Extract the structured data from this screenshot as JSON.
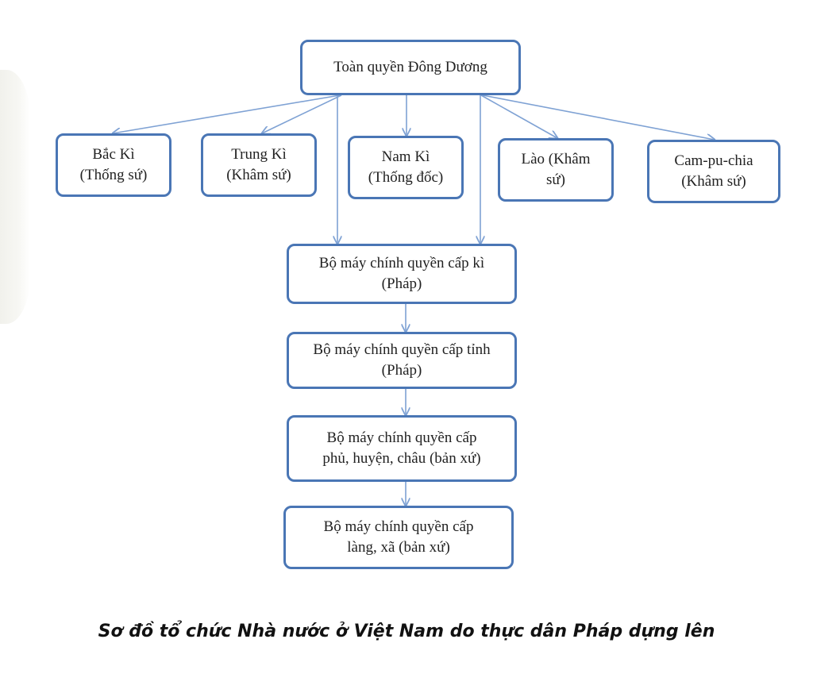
{
  "diagram": {
    "root": "Toàn quyền Đông Dương",
    "regions": [
      "Bắc Kì\n(Thống sứ)",
      "Trung Kì\n(Khâm sứ)",
      "Nam Kì\n(Thống đốc)",
      "Lào (Khâm\nsứ)",
      "Cam-pu-chia\n(Khâm sứ)"
    ],
    "levels": [
      "Bộ máy chính quyền cấp kì\n(Pháp)",
      "Bộ máy chính quyền cấp tỉnh\n(Pháp)",
      "Bộ máy chính quyền cấp\nphủ, huyện, châu (bản xứ)",
      "Bộ máy chính quyền cấp\nlàng, xã (bản xứ)"
    ],
    "edges": [
      [
        "root",
        "region-0"
      ],
      [
        "root",
        "region-1"
      ],
      [
        "root",
        "region-2"
      ],
      [
        "root",
        "region-3"
      ],
      [
        "root",
        "region-4"
      ],
      [
        "root",
        "level-0"
      ],
      [
        "root",
        "level-0"
      ],
      [
        "level-0",
        "level-1"
      ],
      [
        "level-1",
        "level-2"
      ],
      [
        "level-2",
        "level-3"
      ]
    ],
    "colors": {
      "border": "#4a76b5",
      "line": "#7fa2d4"
    }
  },
  "caption": "Sơ đồ tổ chức Nhà nước ở Việt Nam do thực dân Pháp dựng lên"
}
